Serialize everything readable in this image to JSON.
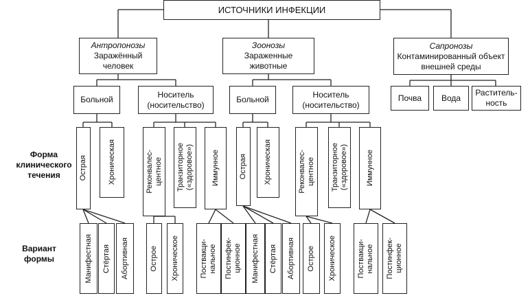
{
  "root": "ИСТОЧНИКИ ИНФЕКЦИИ",
  "groups": {
    "anthroponoses": {
      "title": "Антропонозы",
      "subtitle": "Заражённый человек"
    },
    "zoonoses": {
      "title": "Зоонозы",
      "subtitle": "Зараженные животные"
    },
    "sapronoses": {
      "title": "Сапронозы",
      "subtitle": "Контаминированный объект внешней среды"
    }
  },
  "nodes": {
    "patient": "Больной",
    "carrier": "Носитель (носительство)",
    "soil": "Почва",
    "water": "Вода",
    "plants": "Раститель-\nность"
  },
  "clinical_forms": {
    "acute": "Острая",
    "chronic": "Хроническая",
    "convalescent": "Реконвалес-\nцентное",
    "transient": "Транзиторное\n(«здоровое»)",
    "immune": "Иммунное"
  },
  "variants": {
    "manifest": "Манифестная",
    "erased": "Стёртая",
    "abortive": "Абортивная",
    "acute_c": "Острое",
    "chronic_c": "Хроническое",
    "postvaccinal": "Поствакци-\nнальное",
    "postinfectious": "Постинфек-\nционное"
  },
  "row_labels": {
    "clinical_form": "Форма\nклинического\nтечения",
    "variant": "Вариант\nформы"
  }
}
